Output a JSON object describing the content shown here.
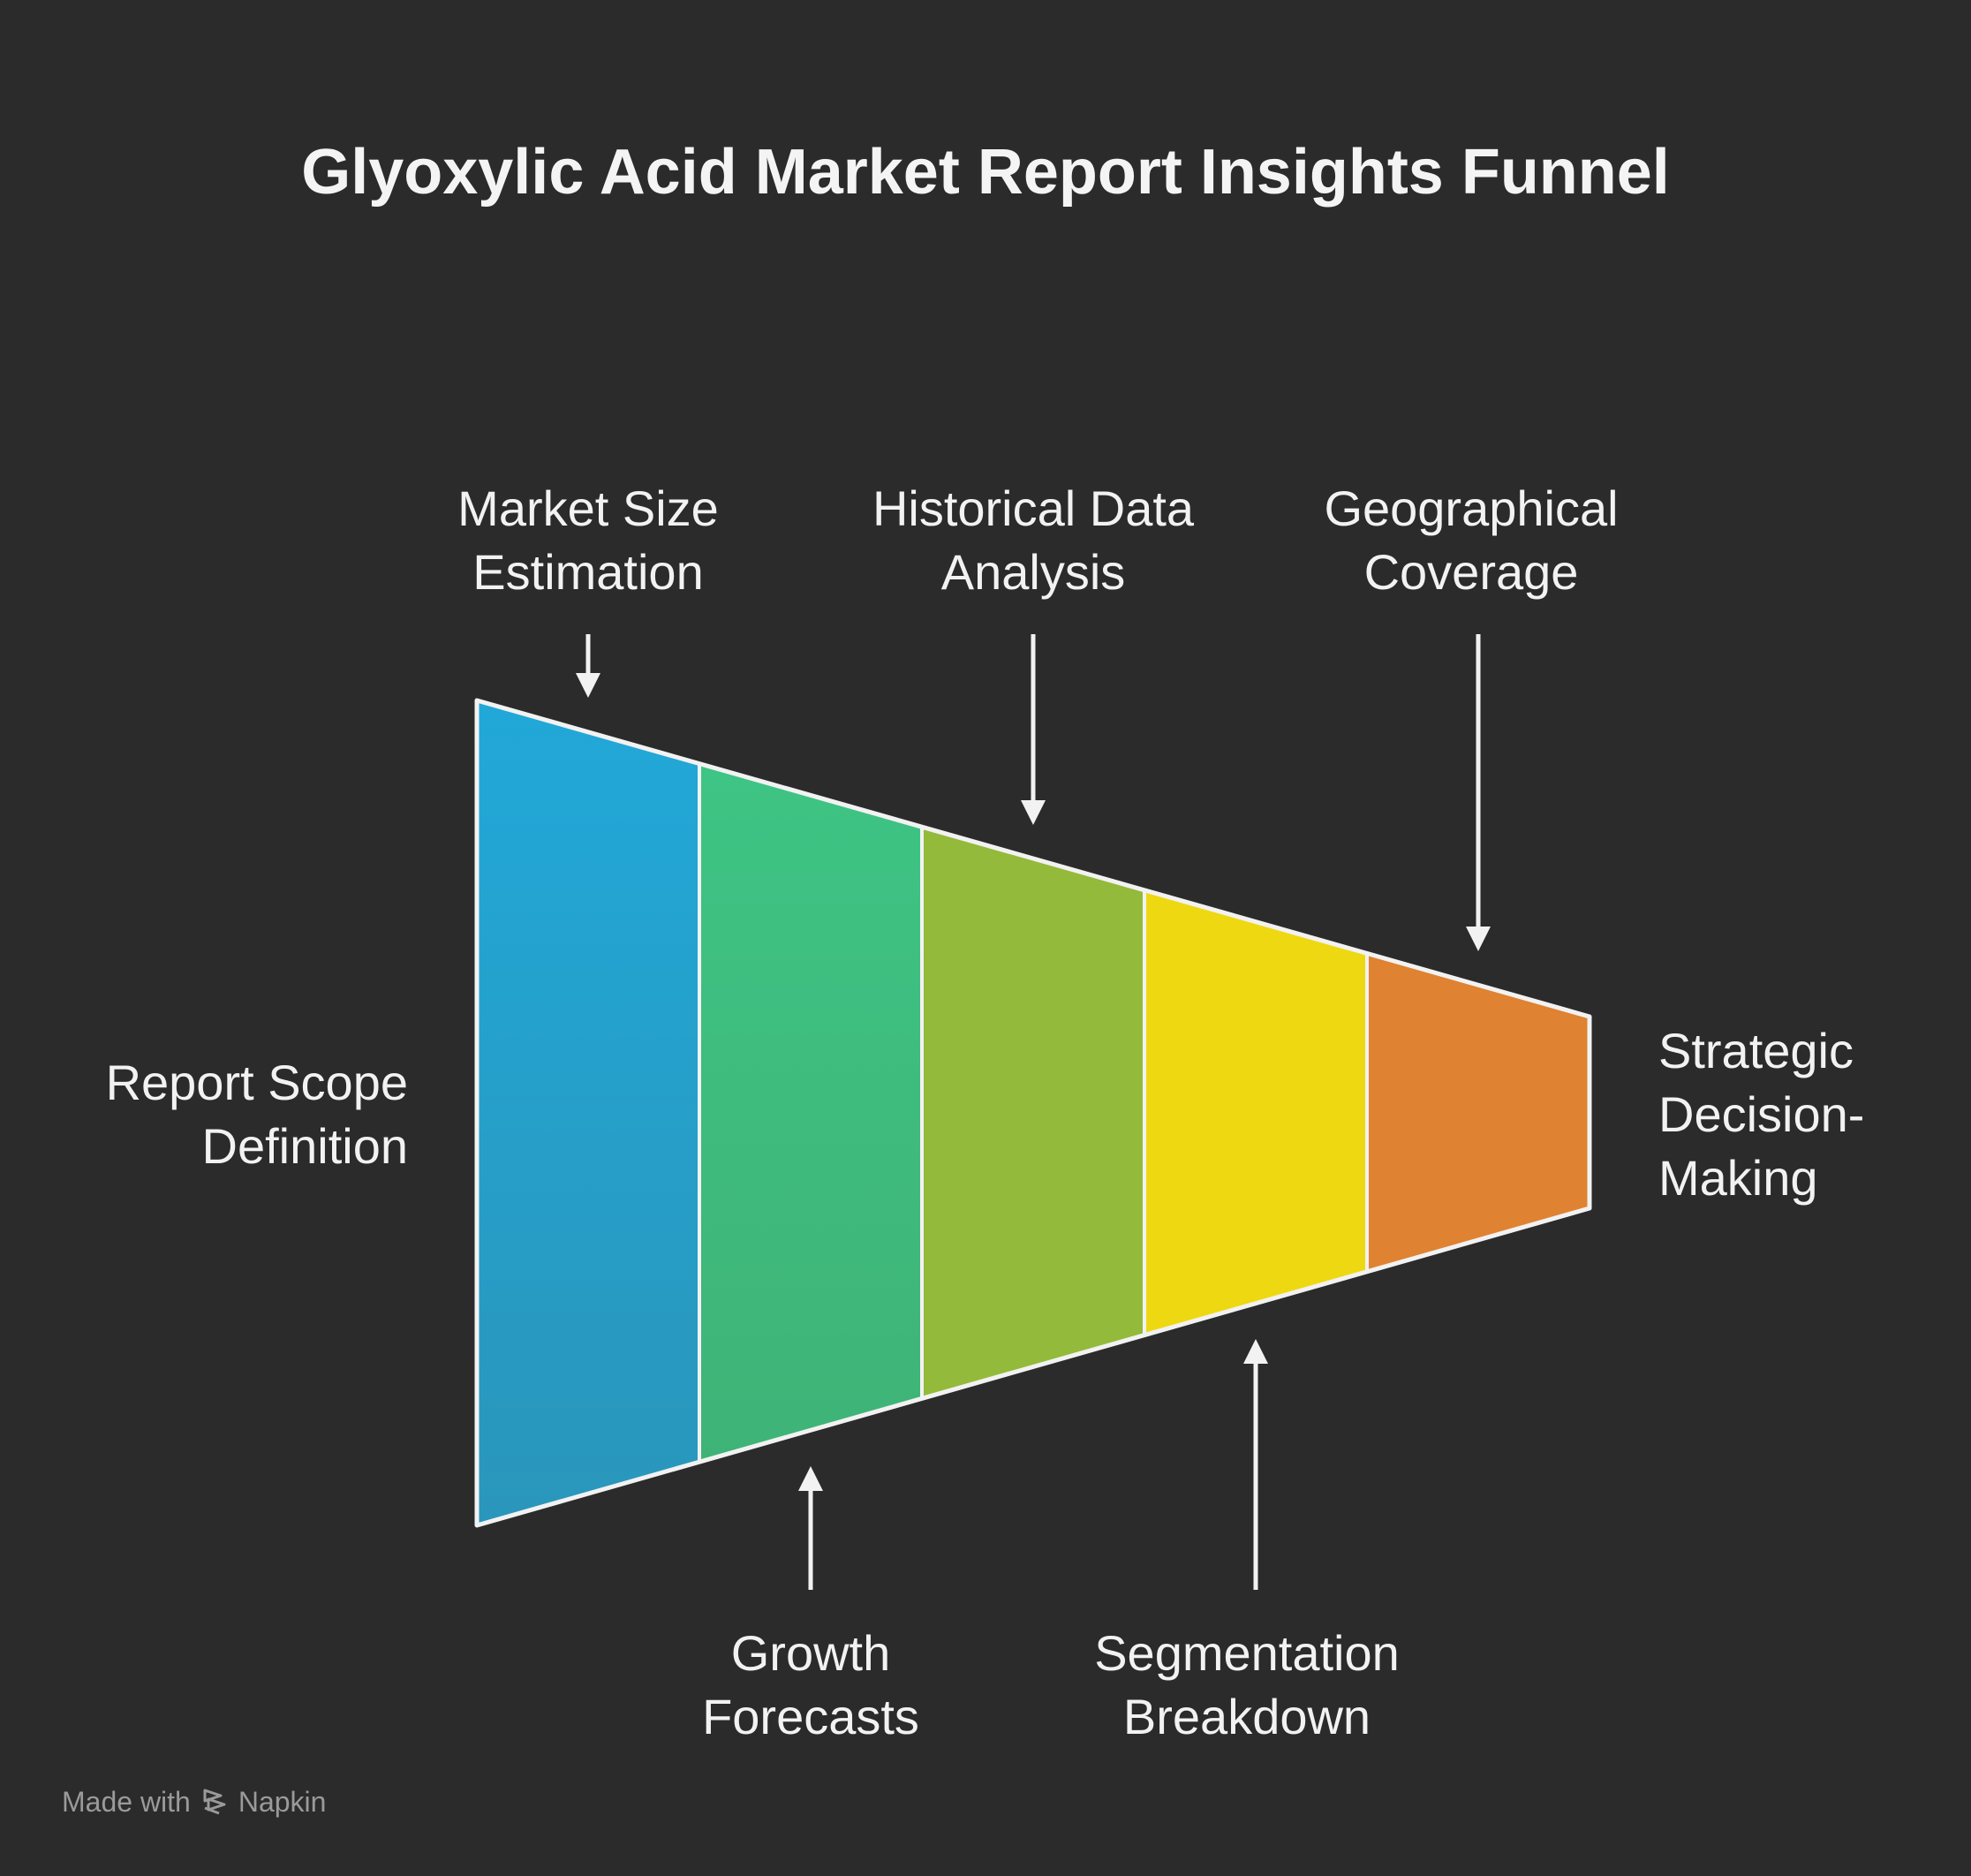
{
  "title": "Glyoxylic Acid Market Report Insights Funnel",
  "stages": [
    {
      "label_line1": "Report Scope",
      "label_line2": "Definition",
      "color": "#21a7d6"
    },
    {
      "label_line1": "Market Size",
      "label_line2": "Estimation",
      "color": "#3cc07f"
    },
    {
      "label_line1": "Growth",
      "label_line2": "Forecasts",
      "color": "#93ba3a"
    },
    {
      "label_line1": "Historical Data",
      "label_line2": "Analysis",
      "color": "#eed811"
    },
    {
      "label_line1": "Segmentation",
      "label_line2": "Breakdown",
      "color": "#df8232"
    },
    {
      "label_line1": "Geographical",
      "label_line2": "Coverage"
    },
    {
      "label_line1": "Strategic",
      "label_line2": "Decision-",
      "label_line3": "Making"
    }
  ],
  "footer": {
    "made_with": "Made with",
    "brand": "Napkin"
  },
  "colors": {
    "background": "#2b2b2b",
    "outline": "#f2f2f2",
    "text": "#f2f2f2"
  }
}
